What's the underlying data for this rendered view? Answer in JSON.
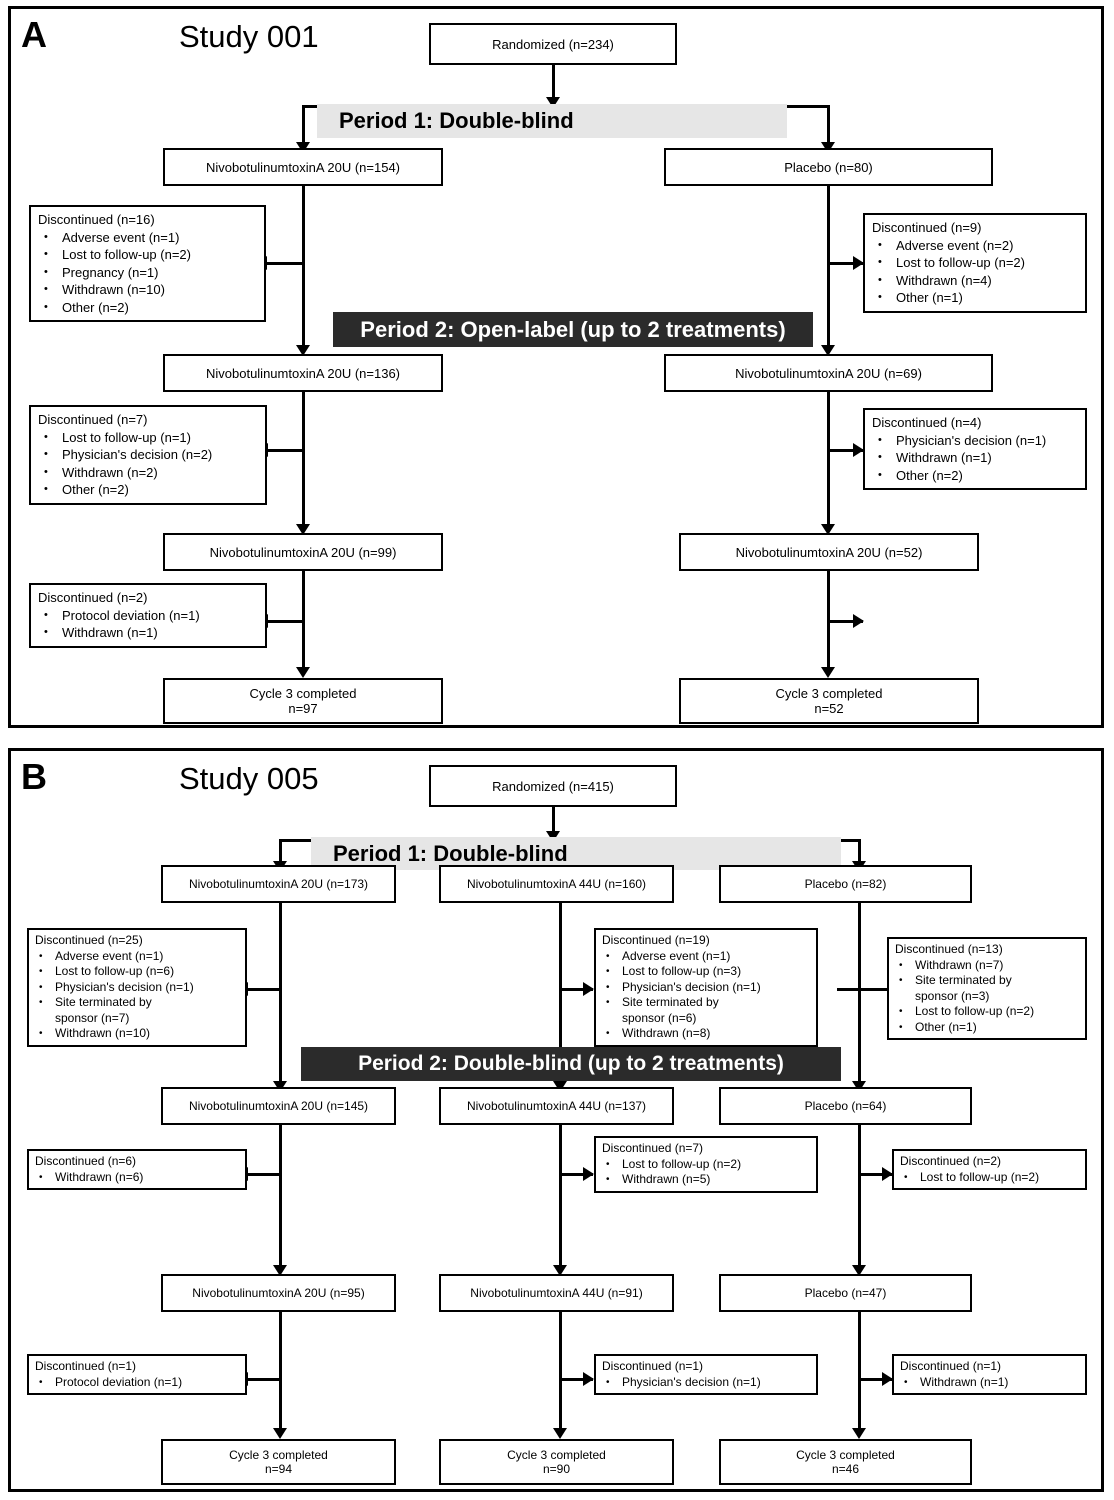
{
  "figure": {
    "type": "consort-flow-diagram",
    "panels": [
      {
        "letter": "A",
        "title": "Study 001",
        "randomized": "Randomized (n=234)",
        "period1_banner": "Period 1: Double-blind",
        "period2_banner": "Period 2: Open-label (up to 2 treatments)",
        "arms": [
          {
            "id": "a-left",
            "p1_label": "NivobotulinumtoxinA 20U (n=154)",
            "p1_disc_header": "Discontinued (n=16)",
            "p1_disc_items": [
              "Adverse event (n=1)",
              "Lost to follow-up (n=2)",
              "Pregnancy (n=1)",
              "Withdrawn (n=10)",
              "Other (n=2)"
            ],
            "p2_label": "NivobotulinumtoxinA 20U (n=136)",
            "p2_disc_header": "Discontinued (n=7)",
            "p2_disc_items": [
              "Lost to follow-up (n=1)",
              "Physician's decision (n=2)",
              "Withdrawn (n=2)",
              "Other (n=2)"
            ],
            "p3_label": "NivobotulinumtoxinA 20U (n=99)",
            "p3_disc_header": "Discontinued (n=2)",
            "p3_disc_items": [
              "Protocol deviation (n=1)",
              "Withdrawn (n=1)"
            ],
            "final_line1": "Cycle 3 completed",
            "final_line2": "n=97"
          },
          {
            "id": "a-right",
            "p1_label": "Placebo (n=80)",
            "p1_disc_header": "Discontinued (n=9)",
            "p1_disc_items": [
              "Adverse event (n=2)",
              "Lost to follow-up (n=2)",
              "Withdrawn (n=4)",
              "Other (n=1)"
            ],
            "p2_label": "NivobotulinumtoxinA 20U (n=69)",
            "p2_disc_header": "Discontinued (n=4)",
            "p2_disc_items": [
              "Physician's decision (n=1)",
              "Withdrawn (n=1)",
              "Other (n=2)"
            ],
            "p3_label": "NivobotulinumtoxinA 20U (n=52)",
            "p3_disc_header": "",
            "p3_disc_items": [],
            "final_line1": "Cycle 3 completed",
            "final_line2": "n=52"
          }
        ]
      },
      {
        "letter": "B",
        "title": "Study 005",
        "randomized": "Randomized (n=415)",
        "period1_banner": "Period 1: Double-blind",
        "period2_banner": "Period 2: Double-blind (up to 2 treatments)",
        "arms": [
          {
            "id": "b-left",
            "p1_label": "NivobotulinumtoxinA 20U (n=173)",
            "p1_disc_header": "Discontinued (n=25)",
            "p1_disc_items": [
              "Adverse event (n=1)",
              "Lost to follow-up (n=6)",
              "Physician's decision (n=1)",
              "Site terminated by|sponsor (n=7)",
              "Withdrawn (n=10)"
            ],
            "p2_label": "NivobotulinumtoxinA 20U (n=145)",
            "p2_disc_header": "Discontinued (n=6)",
            "p2_disc_items": [
              "Withdrawn (n=6)"
            ],
            "p3_label": "NivobotulinumtoxinA 20U (n=95)",
            "p3_disc_header": "Discontinued (n=1)",
            "p3_disc_items": [
              "Protocol deviation (n=1)"
            ],
            "final_line1": "Cycle 3 completed",
            "final_line2": "n=94"
          },
          {
            "id": "b-mid",
            "p1_label": "NivobotulinumtoxinA 44U (n=160)",
            "p1_disc_header": "Discontinued (n=19)",
            "p1_disc_items": [
              "Adverse event (n=1)",
              "Lost to follow-up (n=3)",
              "Physician's decision (n=1)",
              "Site terminated by|sponsor (n=6)",
              "Withdrawn (n=8)"
            ],
            "p2_label": "NivobotulinumtoxinA 44U (n=137)",
            "p2_disc_header": "Discontinued (n=7)",
            "p2_disc_items": [
              "Lost to follow-up (n=2)",
              "Withdrawn (n=5)"
            ],
            "p3_label": "NivobotulinumtoxinA 44U (n=91)",
            "p3_disc_header": "Discontinued (n=1)",
            "p3_disc_items": [
              "Physician's decision (n=1)"
            ],
            "final_line1": "Cycle 3 completed",
            "final_line2": "n=90"
          },
          {
            "id": "b-right",
            "p1_label": "Placebo (n=82)",
            "p1_disc_header": "Discontinued (n=13)",
            "p1_disc_items": [
              "Withdrawn (n=7)",
              "Site terminated by|sponsor (n=3)",
              "Lost to follow-up (n=2)",
              "Other (n=1)"
            ],
            "p2_label": "Placebo (n=64)",
            "p2_disc_header": "Discontinued (n=2)",
            "p2_disc_items": [
              "Lost to follow-up (n=2)"
            ],
            "p3_label": "Placebo (n=47)",
            "p3_disc_header": "Discontinued (n=1)",
            "p3_disc_items": [
              "Withdrawn (n=1)"
            ],
            "final_line1": "Cycle 3 completed",
            "final_line2": "n=46"
          }
        ]
      }
    ],
    "colors": {
      "banner_light_bg": "#e6e6e6",
      "banner_dark_bg": "#2b2b2b",
      "banner_dark_text": "#ffffff",
      "line": "#000000",
      "box_bg": "#ffffff"
    }
  }
}
